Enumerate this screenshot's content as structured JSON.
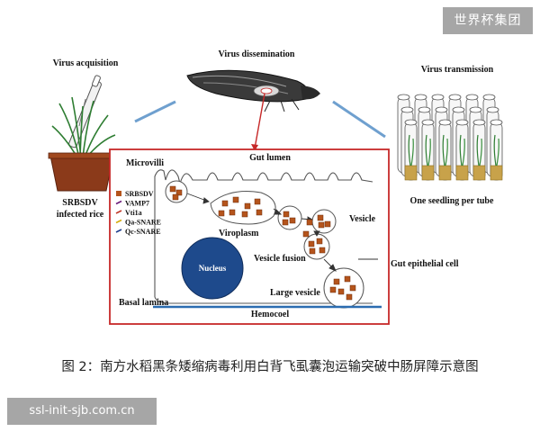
{
  "watermark": "世界杯集团",
  "site": "ssl-init-sjb.com.cn",
  "caption": "图 2：南方水稻黑条矮缩病毒利用白背飞虱囊泡运输突破中肠屏障示意图",
  "labels": {
    "virus_acquisition": "Virus acquisition",
    "virus_dissemination": "Virus dissemination",
    "virus_transmission": "Virus transmission",
    "srbsdv_rice_1": "SRBSDV",
    "srbsdv_rice_2": "infected rice",
    "one_seedling": "One seedling per tube",
    "microvilli": "Microvilli",
    "gut_lumen": "Gut lumen",
    "viroplasm": "Viroplasm",
    "vesicle": "Vesicle",
    "nucleus": "Nucleus",
    "vesicle_fusion": "Vesicle fusion",
    "gut_epithelial_cell": "Gut epithelial cell",
    "large_vesicle": "Large vesicle",
    "basal_lamina": "Basal lamina",
    "hemocoel": "Hemocoel"
  },
  "legend": [
    {
      "label": "SRBSDV",
      "color": "#b5541c",
      "symbol": "square"
    },
    {
      "label": "VAMP7",
      "color": "#6a1b7a",
      "symbol": "tick"
    },
    {
      "label": "Vti1a",
      "color": "#c0392b",
      "symbol": "tick"
    },
    {
      "label": "Qa-SNARE",
      "color": "#d4ac0d",
      "symbol": "tick"
    },
    {
      "label": "Qc-SNARE",
      "color": "#1f3f8f",
      "symbol": "tick"
    }
  ],
  "colors": {
    "frame": "#c62828",
    "arrow_blue": "#6fa0cf",
    "nucleus": "#1e4a8c",
    "virion": "#b5541c",
    "basal": "#2b6cb0"
  }
}
